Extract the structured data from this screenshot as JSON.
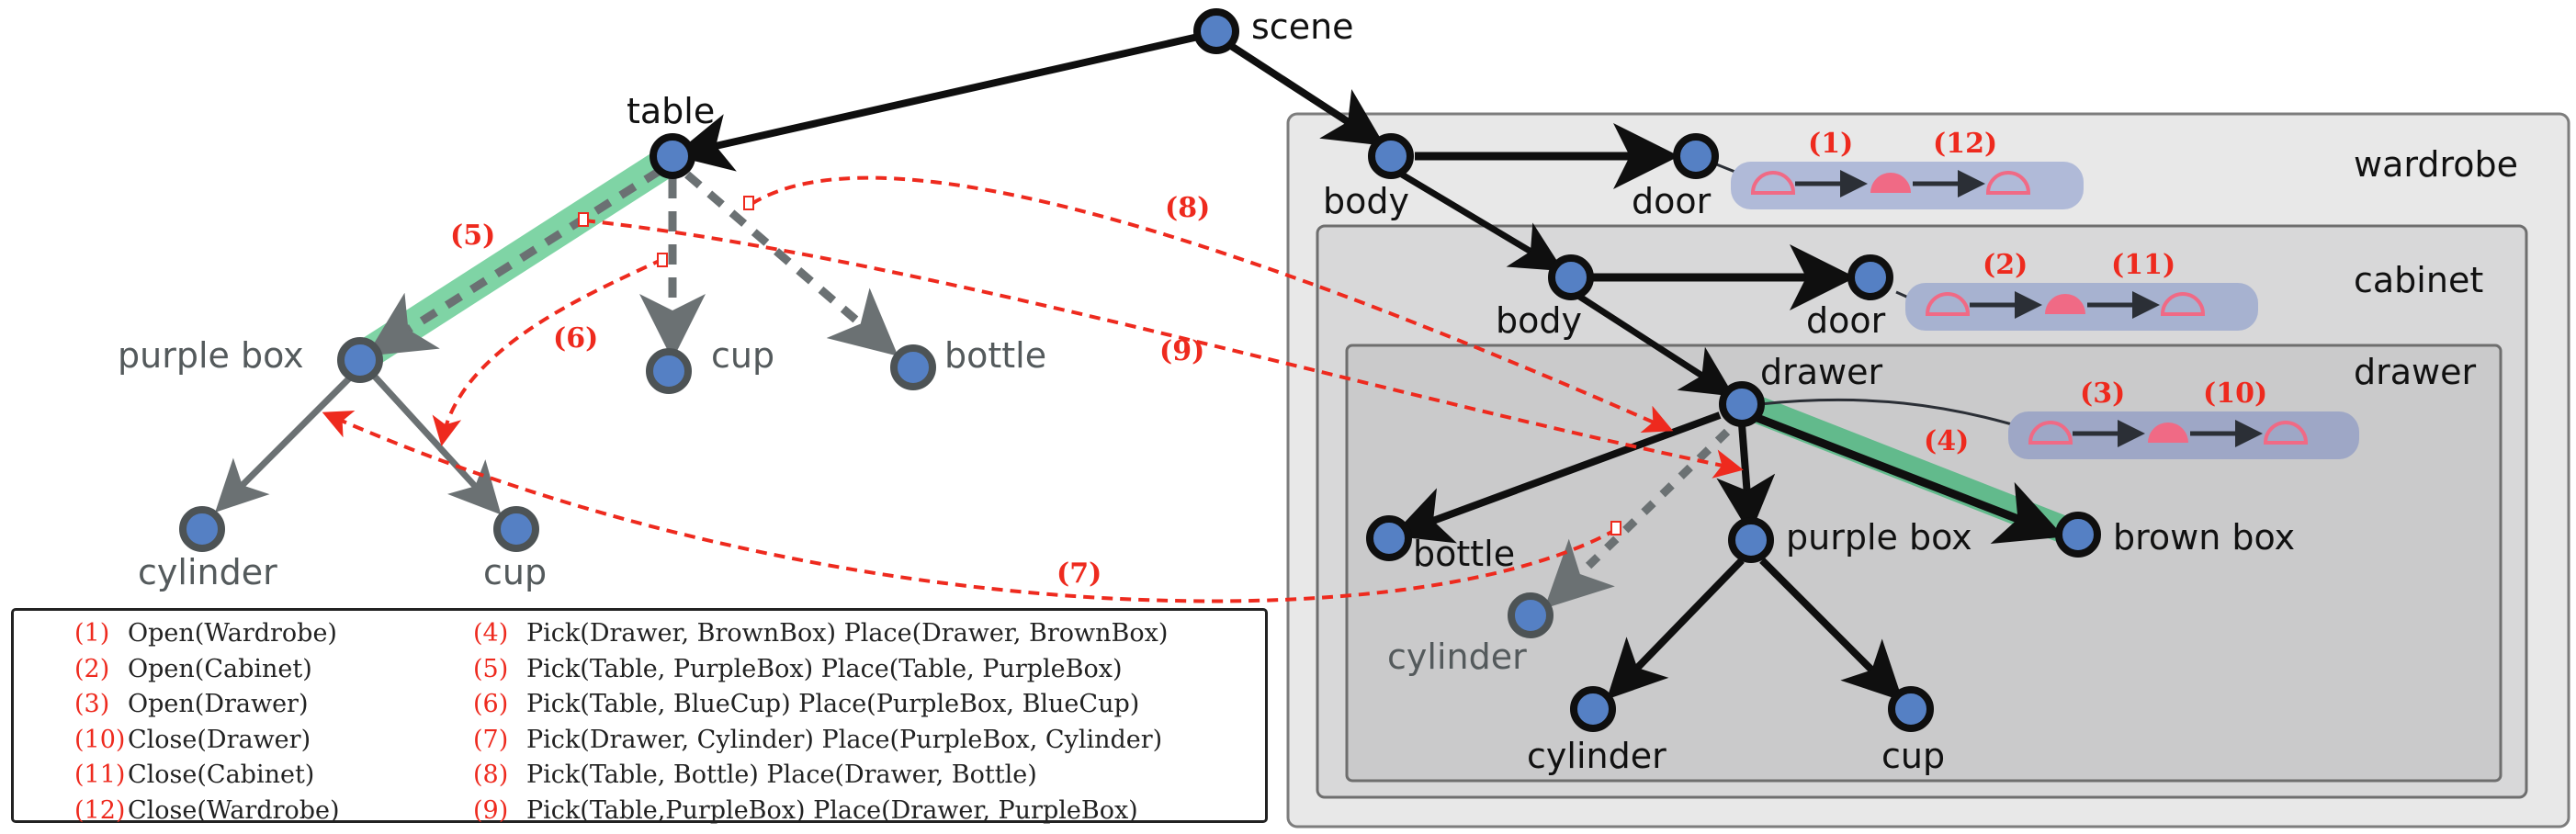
{
  "colors": {
    "node_fill": "#5580c4",
    "edge_black": "#0f0f0f",
    "edge_gray": "#6b7173",
    "step_red": "#ee2a1e",
    "highlight_green": "#6dcf9b",
    "state_bar": "#a9b4d2",
    "door_state": "#f06a85"
  },
  "nodes": {
    "scene": "scene",
    "table": "table",
    "table_purple_box": "purple box",
    "table_cup": "cup",
    "table_bottle": "bottle",
    "table_cylinder": "cylinder",
    "table_purple_cup": "cup",
    "wardrobe_body": "body",
    "wardrobe_door": "door",
    "cabinet_body": "body",
    "cabinet_door": "door",
    "drawer": "drawer",
    "drawer_bottle": "bottle",
    "drawer_purple_box": "purple box",
    "drawer_brown_box": "brown box",
    "drawer_cylinder_ghost": "cylinder",
    "drawer_cylinder": "cylinder",
    "drawer_cup": "cup"
  },
  "groups": {
    "wardrobe": "wardrobe",
    "cabinet": "cabinet",
    "drawer": "drawer"
  },
  "steps": {
    "s1": "(1)",
    "s2": "(2)",
    "s3": "(3)",
    "s4": "(4)",
    "s5": "(5)",
    "s6": "(6)",
    "s7": "(7)",
    "s8": "(8)",
    "s9": "(9)",
    "s10": "(10)",
    "s11": "(11)",
    "s12": "(12)"
  },
  "legend": {
    "left": [
      {
        "num": "(1)",
        "text": "Open(Wardrobe)"
      },
      {
        "num": "(2)",
        "text": "Open(Cabinet)"
      },
      {
        "num": "(3)",
        "text": "Open(Drawer)"
      },
      {
        "num": "(10)",
        "text": "Close(Drawer)"
      },
      {
        "num": "(11)",
        "text": "Close(Cabinet)"
      },
      {
        "num": "(12)",
        "text": "Close(Wardrobe)"
      }
    ],
    "right": [
      {
        "num": "(4)",
        "text": "Pick(Drawer, BrownBox) Place(Drawer, BrownBox)"
      },
      {
        "num": "(5)",
        "text": "Pick(Table, PurpleBox) Place(Table, PurpleBox)"
      },
      {
        "num": "(6)",
        "text": "Pick(Table, BlueCup) Place(PurpleBox, BlueCup)"
      },
      {
        "num": "(7)",
        "text": "Pick(Drawer, Cylinder) Place(PurpleBox, Cylinder)"
      },
      {
        "num": "(8)",
        "text": "Pick(Table, Bottle) Place(Drawer, Bottle)"
      },
      {
        "num": "(9)",
        "text": "Pick(Table,PurpleBox) Place(Drawer, PurpleBox)"
      }
    ]
  }
}
